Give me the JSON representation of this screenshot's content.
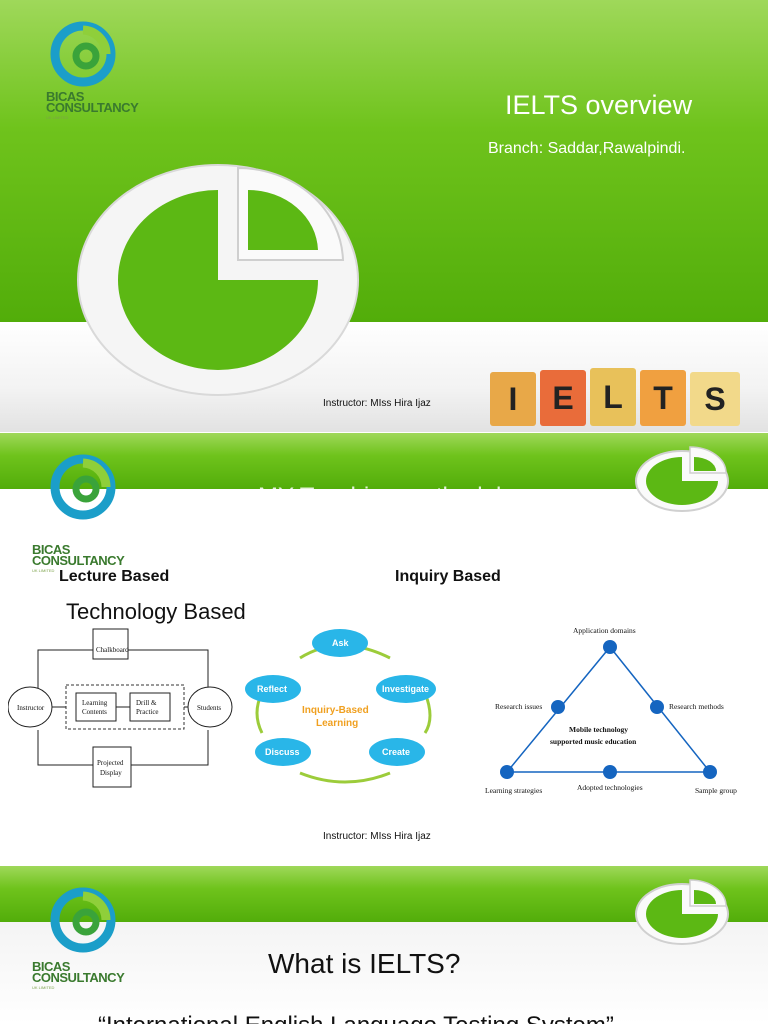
{
  "logo": {
    "line1": "BICAS",
    "line2": "CONSULTANCY",
    "line3": "UK LIMITED"
  },
  "slide1": {
    "title": "IELTS overview",
    "branch": "Branch: Saddar,Rawalpindi.",
    "instructor": "Instructor: MIss Hira Ijaz",
    "blocks": [
      "I",
      "E",
      "L",
      "T",
      "S"
    ]
  },
  "slide2": {
    "title": "MY Teaching methodology",
    "lecture": "Lecture Based",
    "inquiry": "Inquiry Based",
    "technology": "Technology Based",
    "instructor": "Instructor: MIss Hira Ijaz",
    "diagram1": {
      "chalkboard": "Chalkboard",
      "instructor": "Instructor",
      "students": "Students",
      "learning_contents_1": "Learning",
      "learning_contents_2": "Contents",
      "drill_1": "Drill &",
      "drill_2": "Practice",
      "projected_1": "Projected",
      "projected_2": "Display"
    },
    "diagram2": {
      "ask": "Ask",
      "investigate": "Investigate",
      "create": "Create",
      "discuss": "Discuss",
      "reflect": "Reflect",
      "center_1": "Inquiry-Based",
      "center_2": "Learning"
    },
    "diagram3": {
      "top": "Application domains",
      "research_issues": "Research issues",
      "research_methods": "Research methods",
      "center_1": "Mobile technology",
      "center_2": "supported music education",
      "adopted": "Adopted technologies",
      "learning_strategies": "Learning strategies",
      "sample_group": "Sample group"
    }
  },
  "slide3": {
    "title": "What is IELTS?",
    "quote": "“International English Language Testing System”"
  },
  "colors": {
    "green": "#5cb814",
    "dark_green": "#3f8f0a",
    "bubble_blue": "#29b6e8",
    "dot_blue": "#1565c0"
  }
}
